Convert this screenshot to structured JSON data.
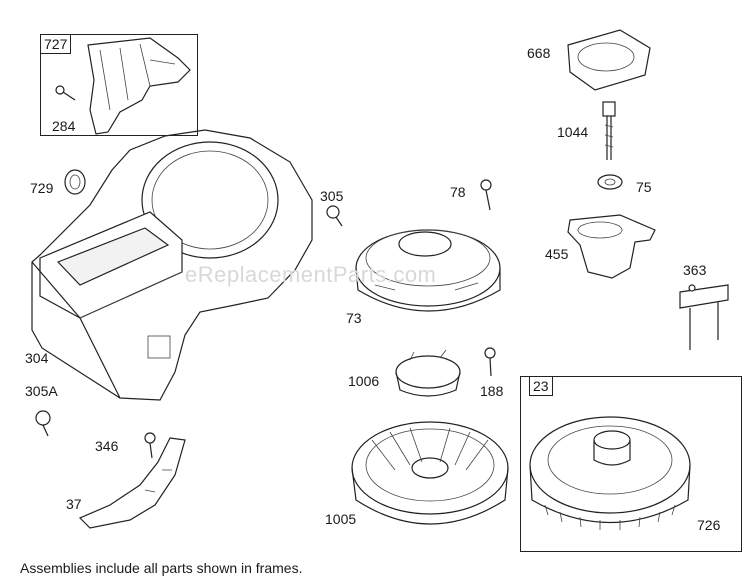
{
  "watermark": "eReplacementParts.com",
  "caption": "Assemblies include all parts shown in frames.",
  "labels": {
    "p727": "727",
    "p284": "284",
    "p729": "729",
    "p304": "304",
    "p305A": "305A",
    "p346": "346",
    "p37": "37",
    "p305": "305",
    "p73": "73",
    "p78": "78",
    "p1006": "1006",
    "p188": "188",
    "p1005": "1005",
    "p668": "668",
    "p1044": "1044",
    "p75": "75",
    "p455": "455",
    "p363": "363",
    "p23": "23",
    "p726": "726"
  }
}
